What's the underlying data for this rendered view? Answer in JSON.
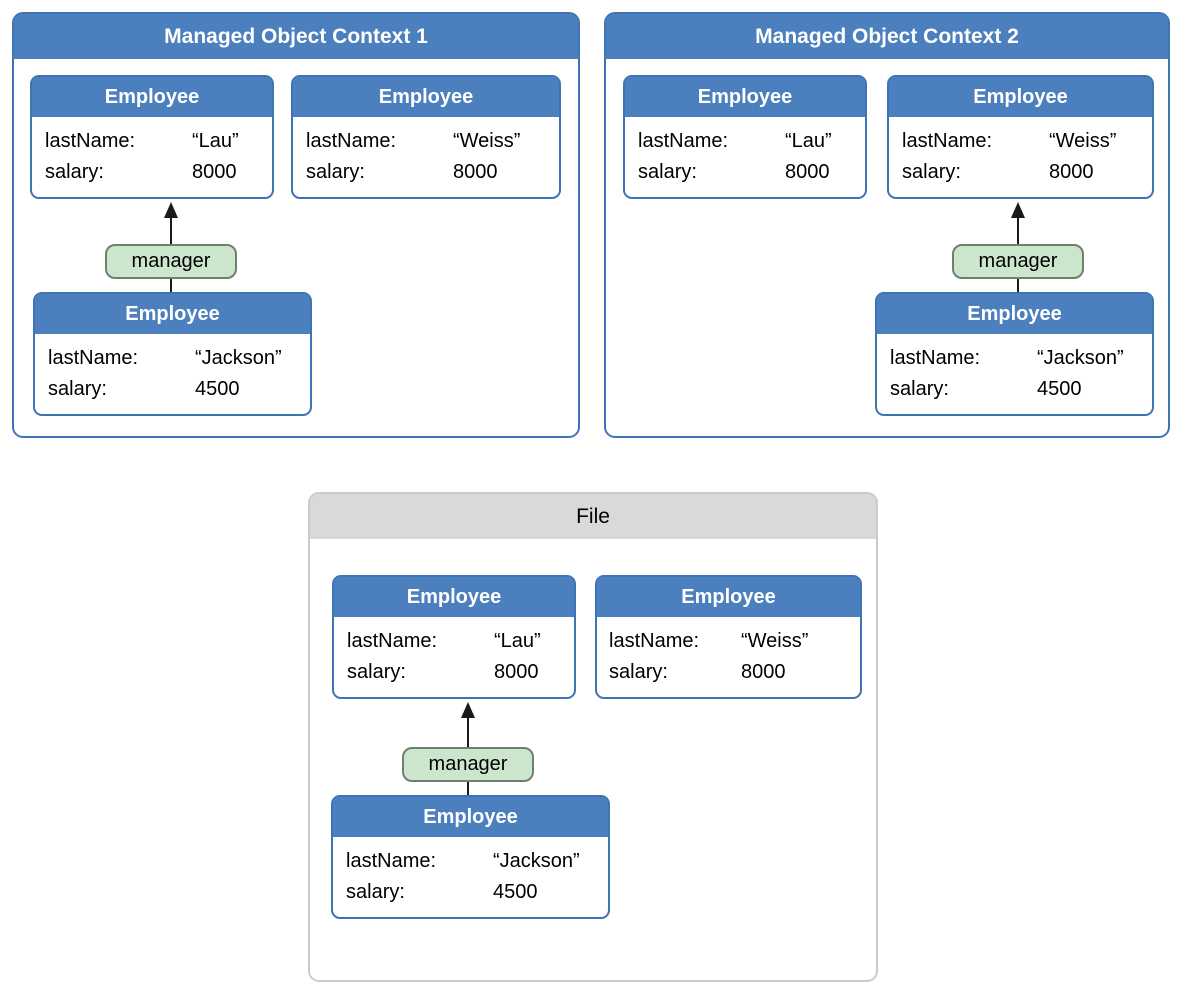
{
  "panels": {
    "context1": {
      "title": "Managed Object Context 1"
    },
    "context2": {
      "title": "Managed Object Context 2"
    },
    "file": {
      "title": "File"
    }
  },
  "entity_title": "Employee",
  "labels": {
    "lastName": "lastName:",
    "salary": "salary:"
  },
  "employees": {
    "lau": {
      "lastName": "“Lau”",
      "salary": "8000"
    },
    "weiss": {
      "lastName": "“Weiss”",
      "salary": "8000"
    },
    "jackson": {
      "lastName": "“Jackson”",
      "salary": "4500"
    }
  },
  "relationship_label": "manager",
  "colors": {
    "blue_fill": "#4B7FBE",
    "blue_border": "#3D74B6",
    "green_fill": "#CBE6CC",
    "green_border": "#70806F",
    "gray_fill": "#D9D9D9",
    "gray_border": "#CBCBCB",
    "ink": "#1A1A1A"
  }
}
